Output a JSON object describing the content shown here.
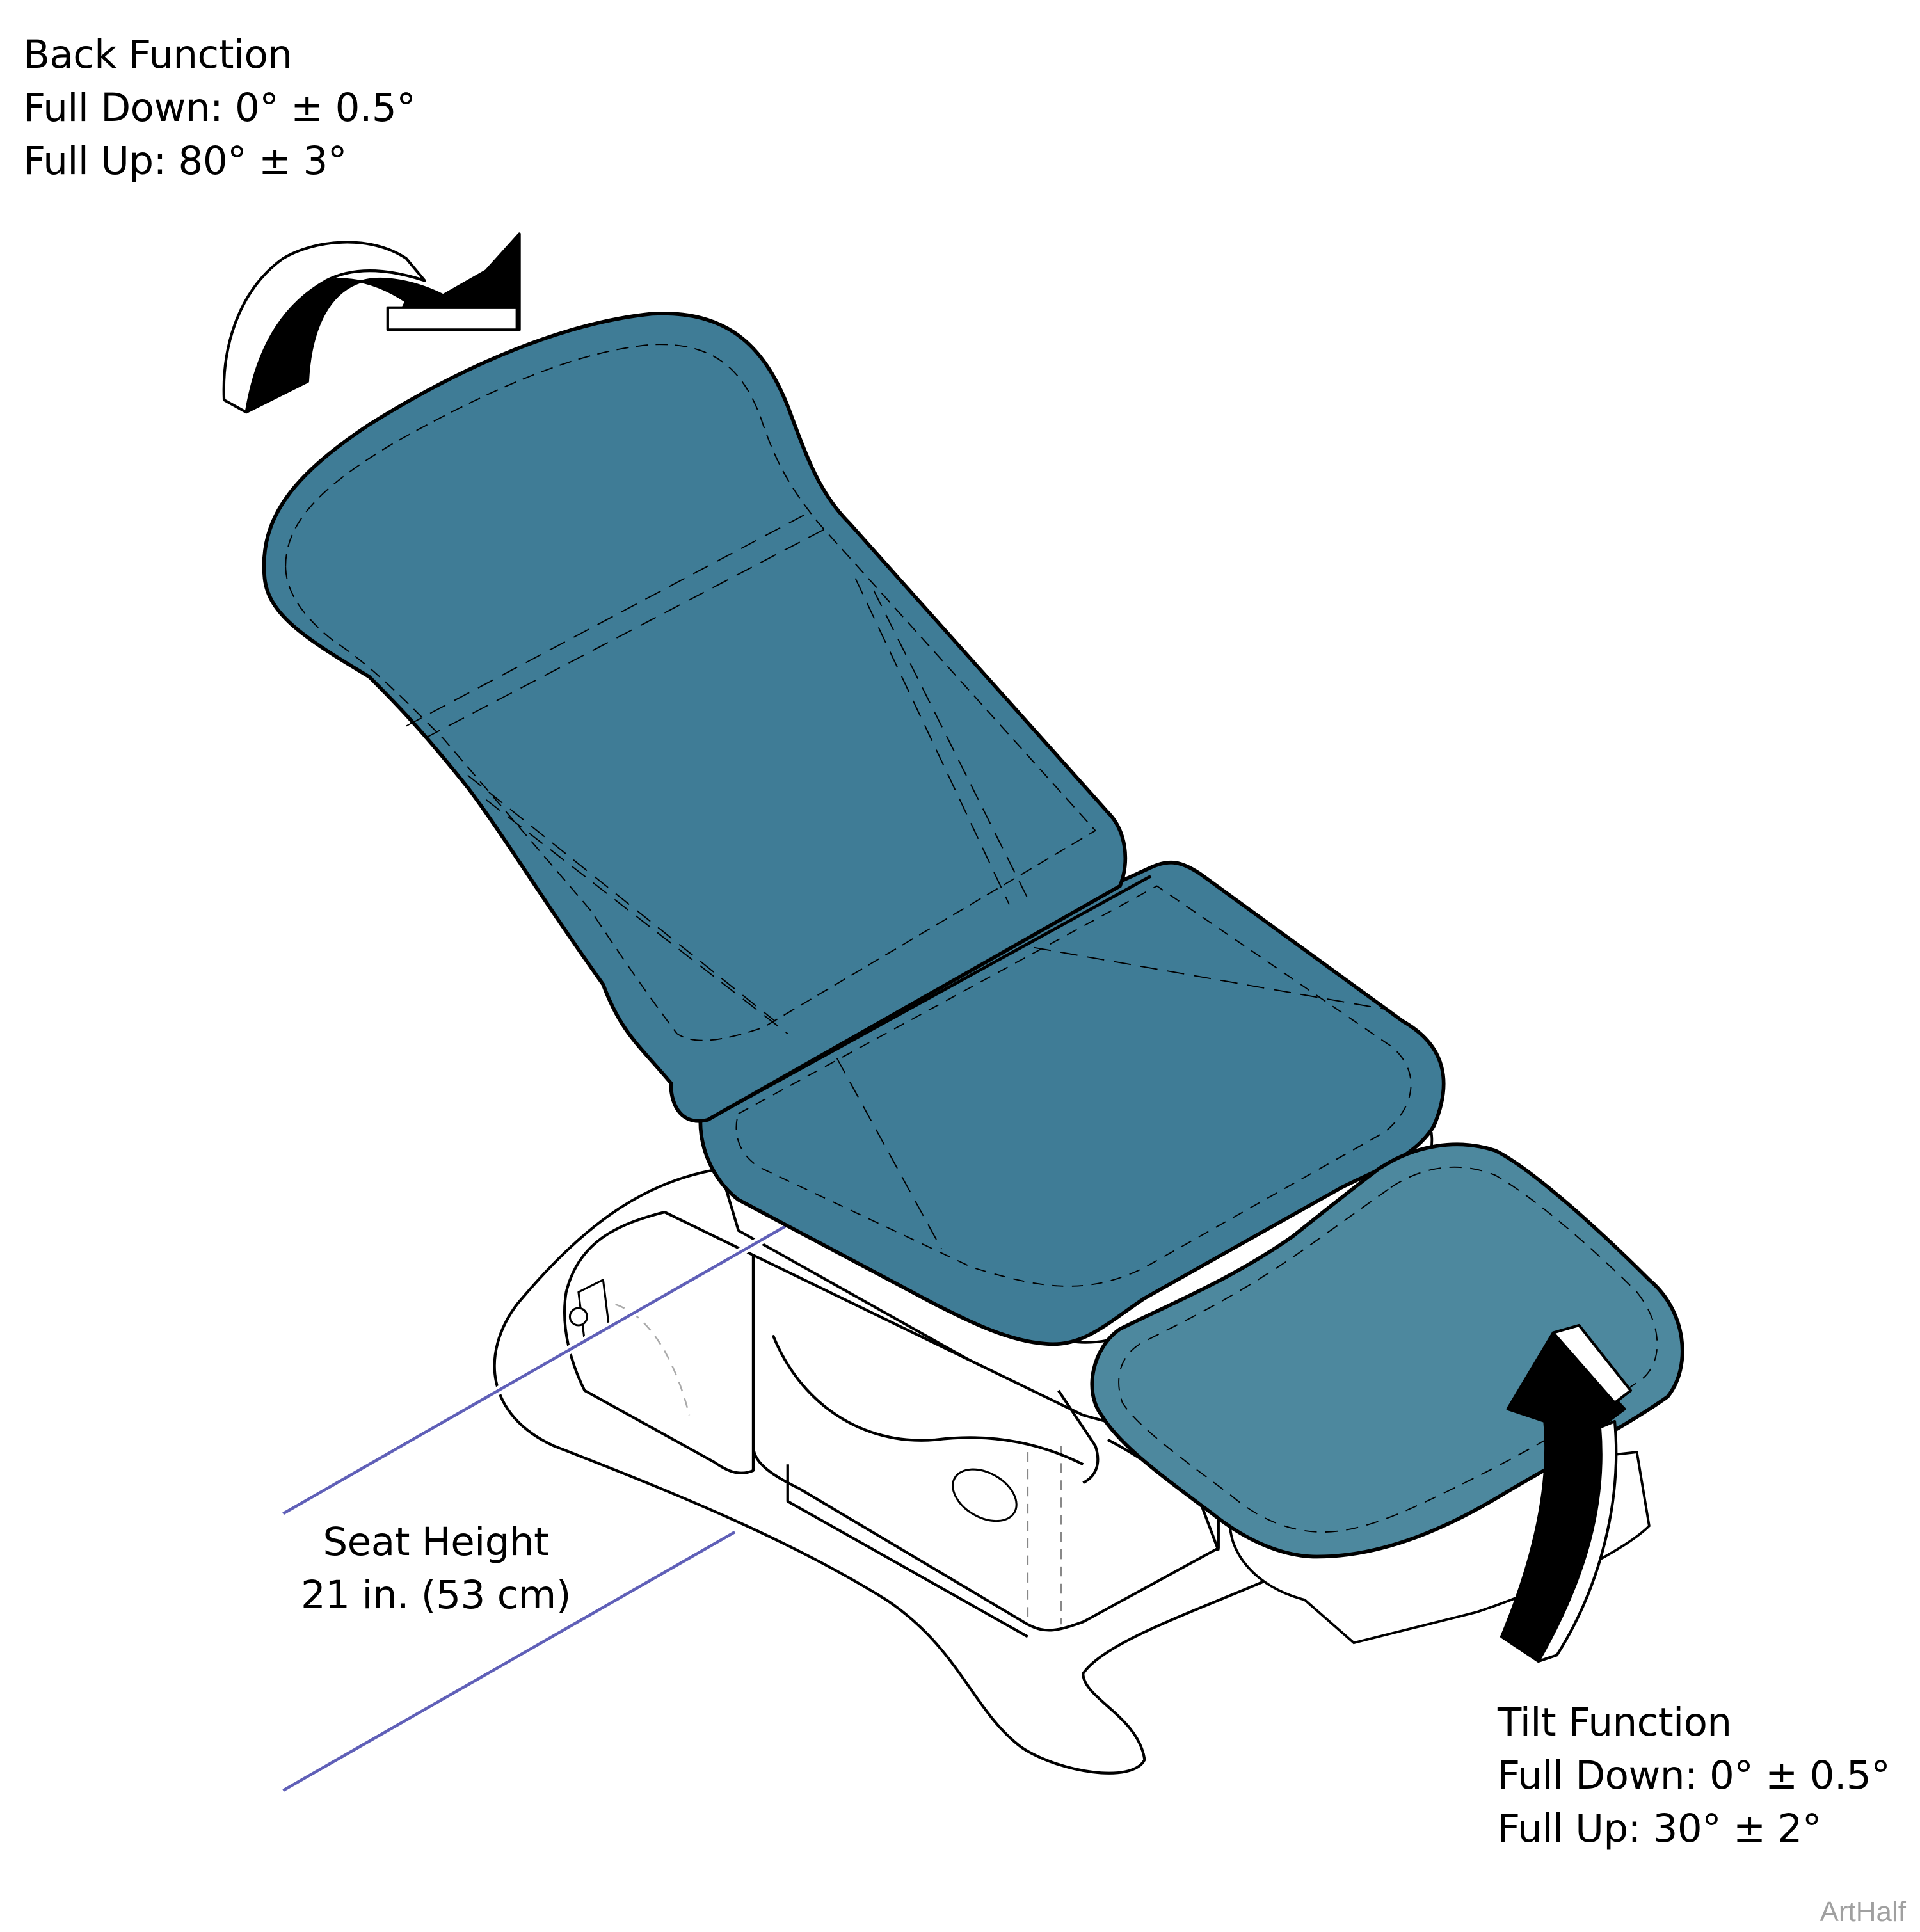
{
  "diagram": {
    "subject": "Exam table with back, seat and footrest cushions",
    "colors": {
      "cushion": "#3f7c96",
      "footrest_cushion": "#4d889e",
      "leader_line": "#6060b8",
      "outline": "#000000",
      "watermark": "#a0a0a0"
    },
    "icons": {
      "back_arrow": "curved-arrow-down-right-icon",
      "tilt_arrow": "curved-arrow-up-icon"
    }
  },
  "back_function": {
    "title": "Back Function",
    "full_down": "Full Down: 0° ± 0.5°",
    "full_up": "Full Up: 80° ± 3°"
  },
  "tilt_function": {
    "title": "Tilt Function",
    "full_down": "Full Down: 0° ± 0.5°",
    "full_up": "Full Up: 30° ± 2°"
  },
  "seat_height": {
    "title": "Seat Height",
    "value": "21 in. (53 cm)"
  },
  "watermark": "ArtHalf"
}
